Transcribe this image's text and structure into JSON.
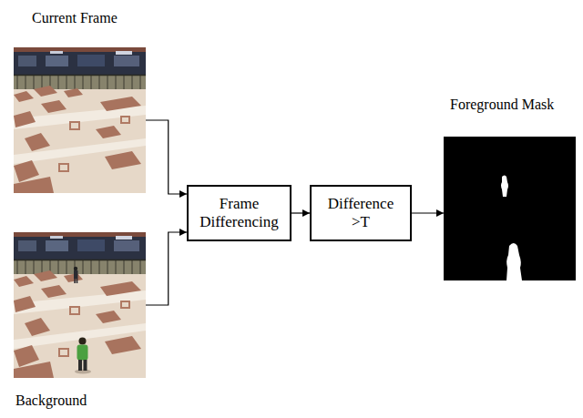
{
  "diagram": {
    "nodes": [
      {
        "text": [
          "Current Frame"
        ]
      },
      {
        "text": [
          "Background"
        ]
      },
      {
        "text": [
          "Frame Differencing"
        ]
      },
      {
        "text": [
          "Difference >T"
        ]
      },
      {
        "text": [
          "Foreground Mask"
        ]
      }
    ],
    "edges": [
      {
        "from": 0,
        "to": 2,
        "arrow": "to"
      },
      {
        "from": 1,
        "to": 2,
        "arrow": "to"
      },
      {
        "from": 2,
        "to": 3,
        "arrow": "to"
      },
      {
        "from": 3,
        "to": 4,
        "arrow": "to"
      }
    ]
  }
}
